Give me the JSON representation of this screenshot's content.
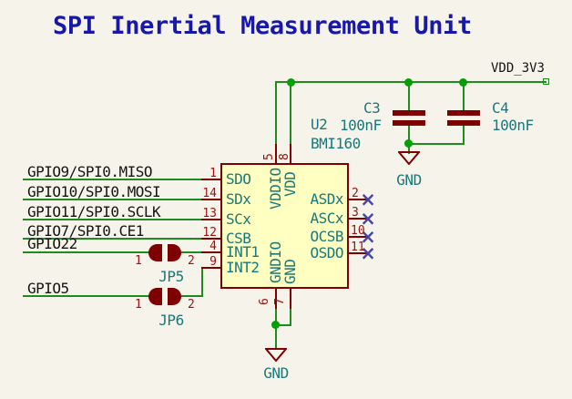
{
  "title": "SPI Inertial Measurement Unit",
  "power_label": "VDD_3V3",
  "chip": {
    "reference": "U2",
    "value": "BMI160",
    "left_pins": [
      {
        "number": "1",
        "name": "SDO"
      },
      {
        "number": "14",
        "name": "SDx"
      },
      {
        "number": "13",
        "name": "SCx"
      },
      {
        "number": "12",
        "name": "CSB"
      },
      {
        "number": "4",
        "name": "INT1"
      },
      {
        "number": "9",
        "name": "INT2"
      }
    ],
    "right_pins": [
      {
        "number": "2",
        "name": "ASDx"
      },
      {
        "number": "3",
        "name": "ASCx"
      },
      {
        "number": "10",
        "name": "OCSB"
      },
      {
        "number": "11",
        "name": "OSDO"
      }
    ],
    "top_pins": [
      {
        "number": "5",
        "name": "VDDIO"
      },
      {
        "number": "8",
        "name": "VDD"
      }
    ],
    "bottom_pins": [
      {
        "number": "6",
        "name": "GNDIO"
      },
      {
        "number": "7",
        "name": "GND"
      }
    ]
  },
  "net_labels": {
    "miso": "GPIO9/SPI0.MISO",
    "mosi": "GPIO10/SPI0.MOSI",
    "sclk": "GPIO11/SPI0.SCLK",
    "ce1": "GPIO7/SPI0.CE1",
    "gpio22": "GPIO22",
    "gpio5": "GPIO5"
  },
  "capacitors": [
    {
      "reference": "C3",
      "value": "100nF"
    },
    {
      "reference": "C4",
      "value": "100nF"
    }
  ],
  "jumpers": [
    {
      "reference": "JP5",
      "pin1": "1",
      "pin2": "2"
    },
    {
      "reference": "JP6",
      "pin1": "1",
      "pin2": "2"
    }
  ],
  "grounds": {
    "top": "GND",
    "bottom": "GND"
  },
  "colors": {
    "background": "#F5F3EA",
    "title": "#1818A8",
    "wire": "#1E8C1E",
    "symbol": "#7E0000",
    "pin_number": "#9E1010",
    "teal": "#19797A",
    "label": "#141414",
    "chip_fill": "#FFFFC2",
    "noconnect": "#4646A8",
    "junction": "#00A000"
  }
}
